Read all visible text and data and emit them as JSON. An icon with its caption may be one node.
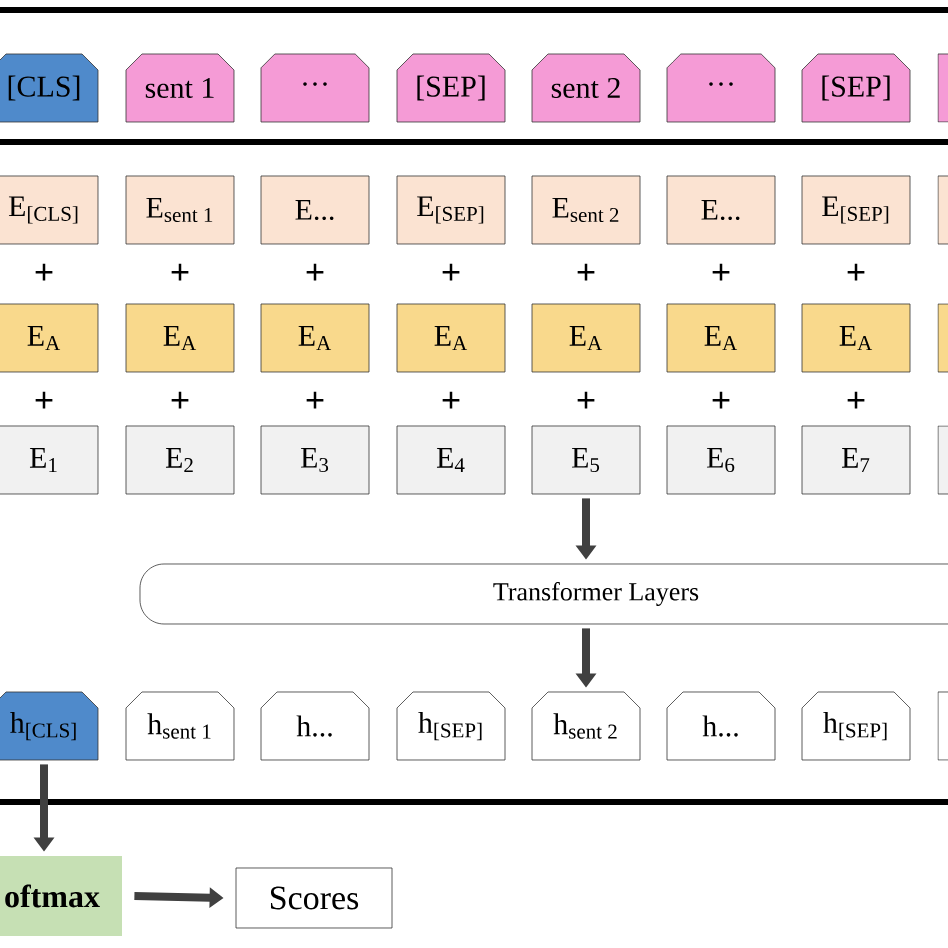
{
  "diagram": {
    "nodes": [
      {
        "text": [
          "[CLS]"
        ]
      },
      {
        "text": [
          "sent 1"
        ]
      },
      {
        "text": [
          "···"
        ]
      },
      {
        "text": [
          "[SEP]"
        ]
      },
      {
        "text": [
          "sent 2"
        ]
      },
      {
        "text": [
          "···"
        ]
      },
      {
        "text": [
          "[SEP]"
        ]
      },
      {
        "text": [],
        "shape": "box"
      },
      {
        "text": [
          "E$_{[CLS]}$"
        ]
      },
      {
        "text": [
          "E$_{sent 1}$"
        ]
      },
      {
        "text": [
          "E..."
        ]
      },
      {
        "text": [
          "E$_{[SEP]}$"
        ]
      },
      {
        "text": [
          "E$_{sent 2}$"
        ]
      },
      {
        "text": [
          "E..."
        ]
      },
      {
        "text": [
          "E$_{[SEP]}$"
        ]
      },
      {
        "text": [],
        "shape": "box"
      },
      {
        "text": [
          "E$_{A}$"
        ]
      },
      {
        "text": [
          "E$_{A}$"
        ]
      },
      {
        "text": [
          "E$_{A}$"
        ]
      },
      {
        "text": [
          "E$_{A}$"
        ]
      },
      {
        "text": [
          "E$_{A}$"
        ]
      },
      {
        "text": [
          "E$_{A}$"
        ]
      },
      {
        "text": [
          "E$_{A}$"
        ]
      },
      {
        "text": [],
        "shape": "box"
      },
      {
        "text": [
          "E$_{1}$"
        ]
      },
      {
        "text": [
          "E$_{2}$"
        ]
      },
      {
        "text": [
          "E$_{3}$"
        ]
      },
      {
        "text": [
          "E$_{4}$"
        ]
      },
      {
        "text": [
          "E$_{5}$"
        ]
      },
      {
        "text": [
          "E$_{6}$"
        ]
      },
      {
        "text": [
          "E$_{7}$"
        ]
      },
      {
        "text": [],
        "shape": "box"
      },
      {
        "text": [
          "Transformer Layers"
        ]
      },
      {
        "text": [
          "h$_{[CLS]}$"
        ]
      },
      {
        "text": [
          "h$_{sent 1}$"
        ]
      },
      {
        "text": [
          "h..."
        ]
      },
      {
        "text": [
          "h$_{[SEP]}$"
        ]
      },
      {
        "text": [
          "h$_{sent 2}$"
        ]
      },
      {
        "text": [
          "h..."
        ]
      },
      {
        "text": [
          "h$_{[SEP]}$"
        ]
      },
      {
        "text": [],
        "shape": "box"
      },
      {
        "text": [
          "oftmax"
        ]
      },
      {
        "text": [
          "Scores"
        ]
      }
    ],
    "edges": [
      {
        "from": 28,
        "to": 32,
        "arrow": "to"
      },
      {
        "from": 32,
        "to": 37,
        "arrow": "to"
      },
      {
        "from": 33,
        "to": 41,
        "arrow": "to"
      },
      {
        "from": 41,
        "to": 42,
        "arrow": "to"
      }
    ],
    "labels": [
      "+",
      "+",
      "+",
      "+",
      "+",
      "+",
      "+",
      "+",
      "+",
      "+",
      "+",
      "+",
      "+",
      "+"
    ]
  }
}
